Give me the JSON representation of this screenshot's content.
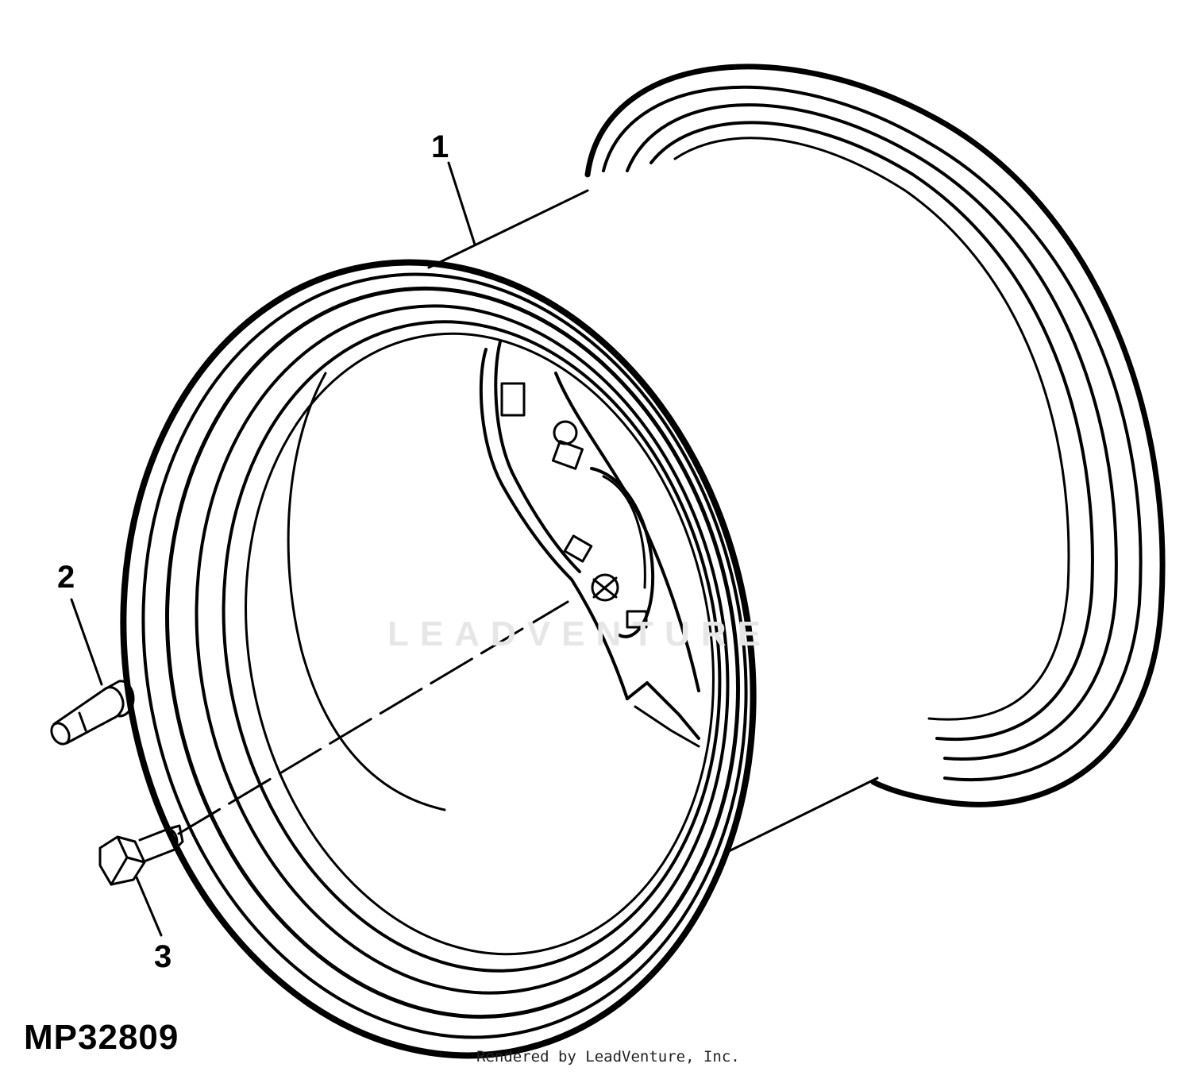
{
  "figure": {
    "id": "MP32809",
    "credit": "Rendered by LeadVenture, Inc.",
    "watermark": "LEADVENTURE"
  },
  "callouts": [
    {
      "number": "1",
      "part": "wheel-rim"
    },
    {
      "number": "2",
      "part": "valve-stem"
    },
    {
      "number": "3",
      "part": "bolt"
    }
  ]
}
